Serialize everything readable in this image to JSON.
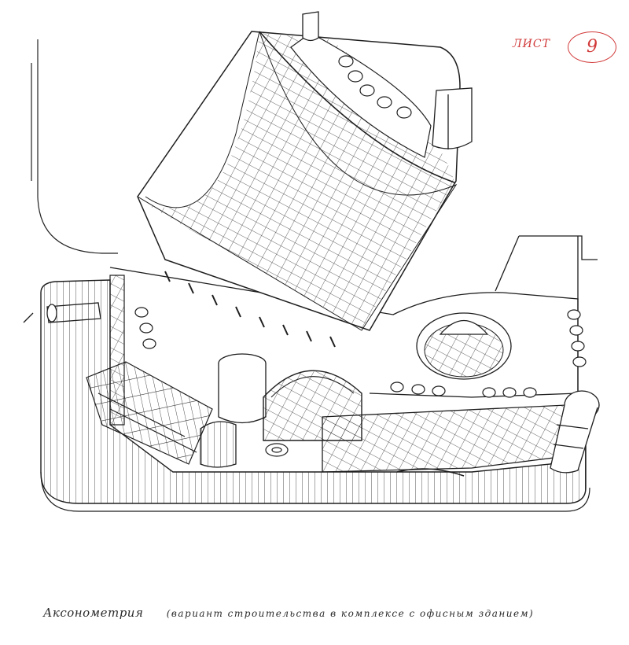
{
  "sheet": {
    "label": "ЛИСТ",
    "number": "9",
    "color": "#d23a3a"
  },
  "caption": {
    "title": "Аксонометрия",
    "subtitle": "(вариант строительства в комплексе с офисным зданием)"
  },
  "ink_color": "#1e1e1e"
}
